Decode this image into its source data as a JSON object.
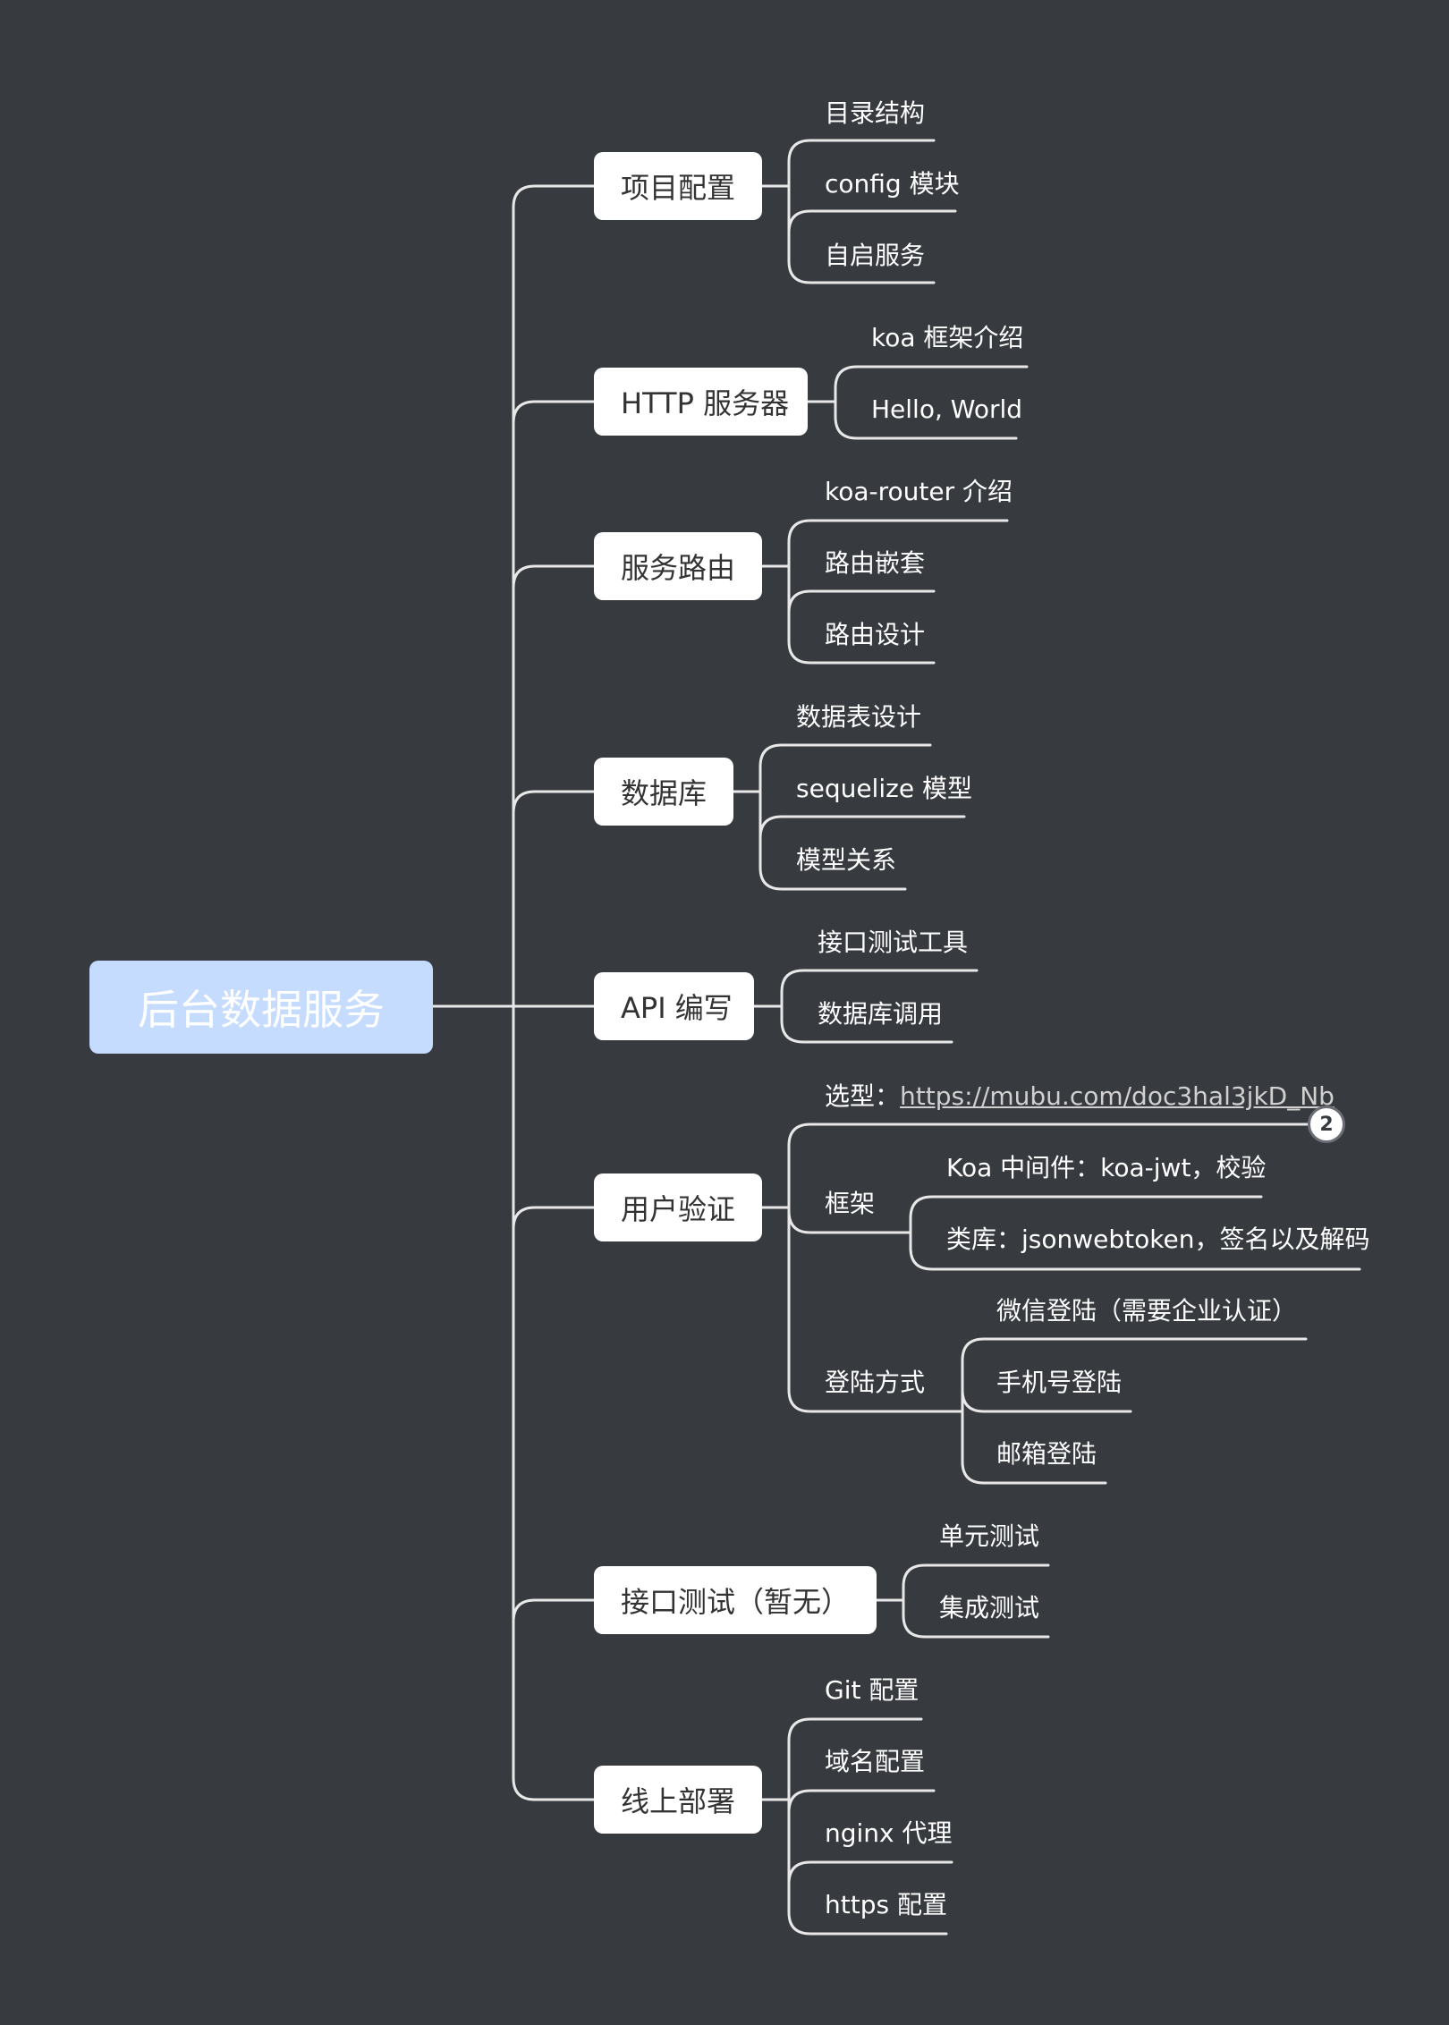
{
  "root": "后台数据服务",
  "branches": {
    "project": {
      "label": "项目配置",
      "children": [
        "目录结构",
        "config 模块",
        "自启服务"
      ]
    },
    "http": {
      "label": "HTTP 服务器",
      "children": [
        "koa 框架介绍",
        "Hello, World"
      ]
    },
    "routing": {
      "label": "服务路由",
      "children": [
        "koa-router 介绍",
        "路由嵌套",
        "路由设计"
      ]
    },
    "database": {
      "label": "数据库",
      "children": [
        "数据表设计",
        "sequelize 模型",
        "模型关系"
      ]
    },
    "api": {
      "label": "API 编写",
      "children": [
        "接口测试工具",
        "数据库调用"
      ]
    },
    "auth": {
      "label": "用户验证",
      "selection_label": "选型：",
      "selection_link": "https://mubu.com/doc3hal3jkD_Nb",
      "selection_badge": "2",
      "framework": {
        "label": "框架",
        "children": [
          "Koa 中间件：koa-jwt，校验",
          "类库：jsonwebtoken，签名以及解码"
        ]
      },
      "login": {
        "label": "登陆方式",
        "children": [
          "微信登陆（需要企业认证）",
          "手机号登陆",
          "邮箱登陆"
        ]
      }
    },
    "testing": {
      "label": "接口测试（暂无）",
      "children": [
        "单元测试",
        "集成测试"
      ]
    },
    "deploy": {
      "label": "线上部署",
      "children": [
        "Git 配置",
        "域名配置",
        "nginx 代理",
        "https 配置"
      ]
    }
  }
}
